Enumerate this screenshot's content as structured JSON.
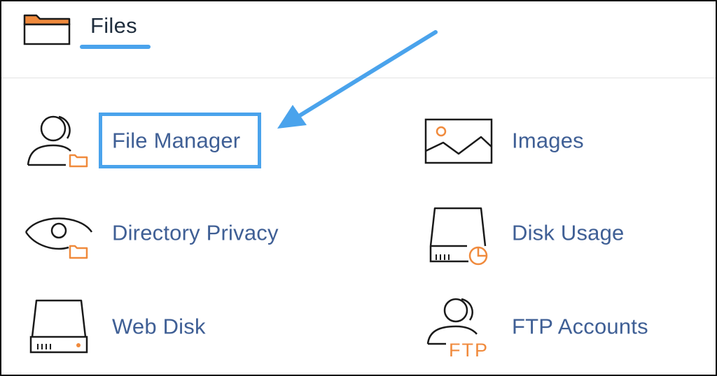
{
  "section": {
    "title": "Files",
    "icon": "folder-icon"
  },
  "tools": [
    {
      "label": "File Manager",
      "icon": "file-manager-icon"
    },
    {
      "label": "Images",
      "icon": "image-icon"
    },
    {
      "label": "Directory Privacy",
      "icon": "eye-folder-icon"
    },
    {
      "label": "Disk Usage",
      "icon": "disk-usage-icon"
    },
    {
      "label": "Web Disk",
      "icon": "disk-drive-icon"
    },
    {
      "label": "FTP Accounts",
      "icon": "ftp-user-icon"
    }
  ],
  "ftp_icon_text": "FTP",
  "colors": {
    "accent": "#4aa3ec",
    "link": "#3f5f95",
    "icon_stroke": "#1a1a1a",
    "icon_accent": "#f08a3c"
  }
}
